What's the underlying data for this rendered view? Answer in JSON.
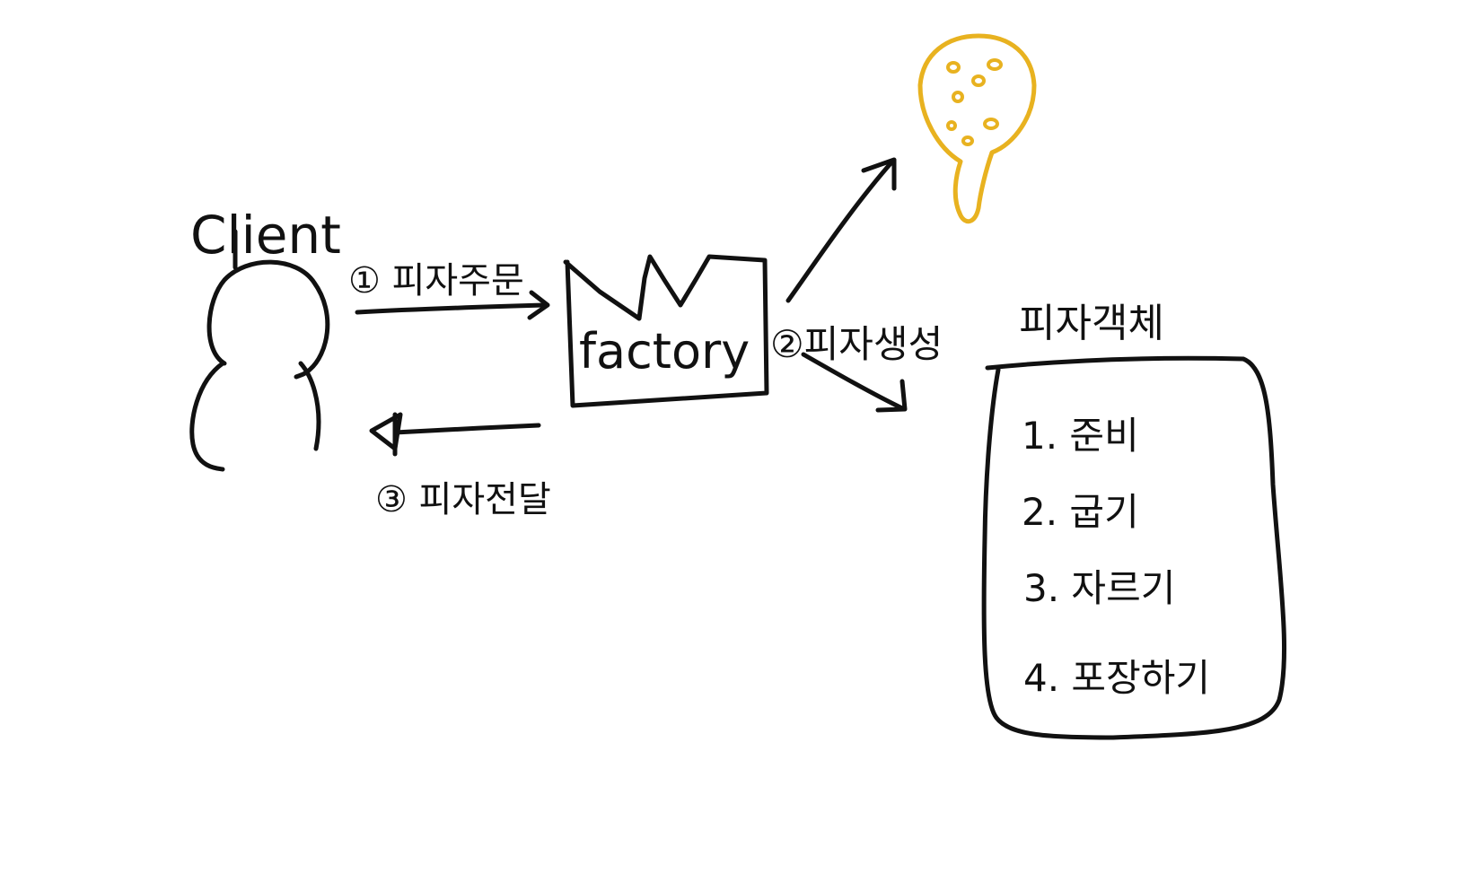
{
  "diagram": {
    "client_label": "Client",
    "factory_label": "factory",
    "step1_label": "① 피자주문",
    "step2_label": "②피자생성",
    "step3_label": "③ 피자전달",
    "pizza_object": {
      "title": "피자객체",
      "methods": [
        "1. 준비",
        "2. 굽기",
        "3. 자르기",
        "4. 포장하기"
      ]
    }
  },
  "colors": {
    "ink": "#111111",
    "pizza": "#e8b220",
    "background": "#ffffff"
  },
  "icons": {
    "client": "stick-figure-icon",
    "factory": "factory-building-icon",
    "pizza": "pizza-slice-icon"
  }
}
